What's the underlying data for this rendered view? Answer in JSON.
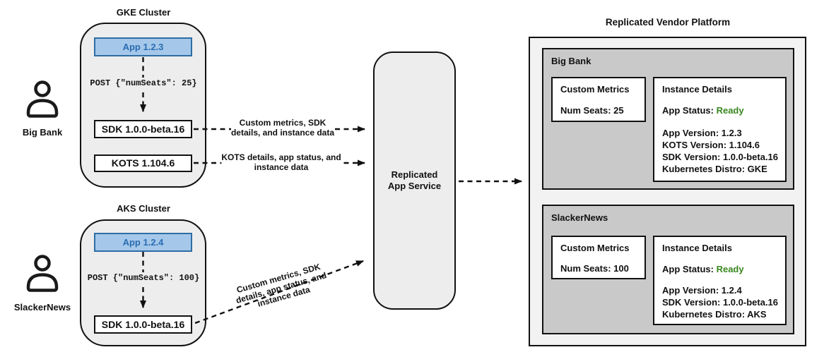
{
  "colors": {
    "app_box_fill": "#a5c8ea",
    "app_box_border": "#2e6da4",
    "app_box_text": "#2a6cb2",
    "status_ready_green": "#38871d",
    "cluster_fill": "#ededed",
    "platform_fill": "#f2f2f2",
    "tenant_panel_fill": "#c9c9c9"
  },
  "actors": [
    {
      "label": "Big Bank"
    },
    {
      "label": "SlackerNews"
    }
  ],
  "clusters": [
    {
      "title": "GKE Cluster",
      "app_version_label": "App 1.2.3",
      "post_request": "POST {\"numSeats\": 25}",
      "sdk_label": "SDK 1.0.0-beta.16",
      "kots_label": "KOTS 1.104.6"
    },
    {
      "title": "AKS Cluster",
      "app_version_label": "App 1.2.4",
      "post_request": "POST {\"numSeats\": 100}",
      "sdk_label": "SDK 1.0.0-beta.16"
    }
  ],
  "arrow_labels": [
    {
      "line1": "Custom metrics, SDK",
      "line2": "details, and instance data"
    },
    {
      "line1": "KOTS details, app status, and",
      "line2": "instance data"
    },
    {
      "line1": "Custom metrics, SDK",
      "line2": "details, app status, and",
      "line3": "instance data"
    }
  ],
  "service": {
    "line1": "Replicated",
    "line2": "App Service"
  },
  "platform": {
    "title": "Replicated Vendor Platform",
    "tenants": [
      {
        "name": "Big Bank",
        "metrics_title": "Custom Metrics",
        "metrics_value": "Num Seats: 25",
        "details_title": "Instance Details",
        "status_label": "App Status:",
        "status_value": "Ready",
        "detail_lines": [
          "App Version: 1.2.3",
          "KOTS Version: 1.104.6",
          "SDK Version: 1.0.0-beta.16",
          "Kubernetes Distro: GKE"
        ]
      },
      {
        "name": "SlackerNews",
        "metrics_title": "Custom Metrics",
        "metrics_value": "Num Seats: 100",
        "details_title": "Instance Details",
        "status_label": "App Status:",
        "status_value": "Ready",
        "detail_lines": [
          "App Version: 1.2.4",
          "SDK Version: 1.0.0-beta.16",
          "Kubernetes Distro: AKS"
        ]
      }
    ]
  }
}
